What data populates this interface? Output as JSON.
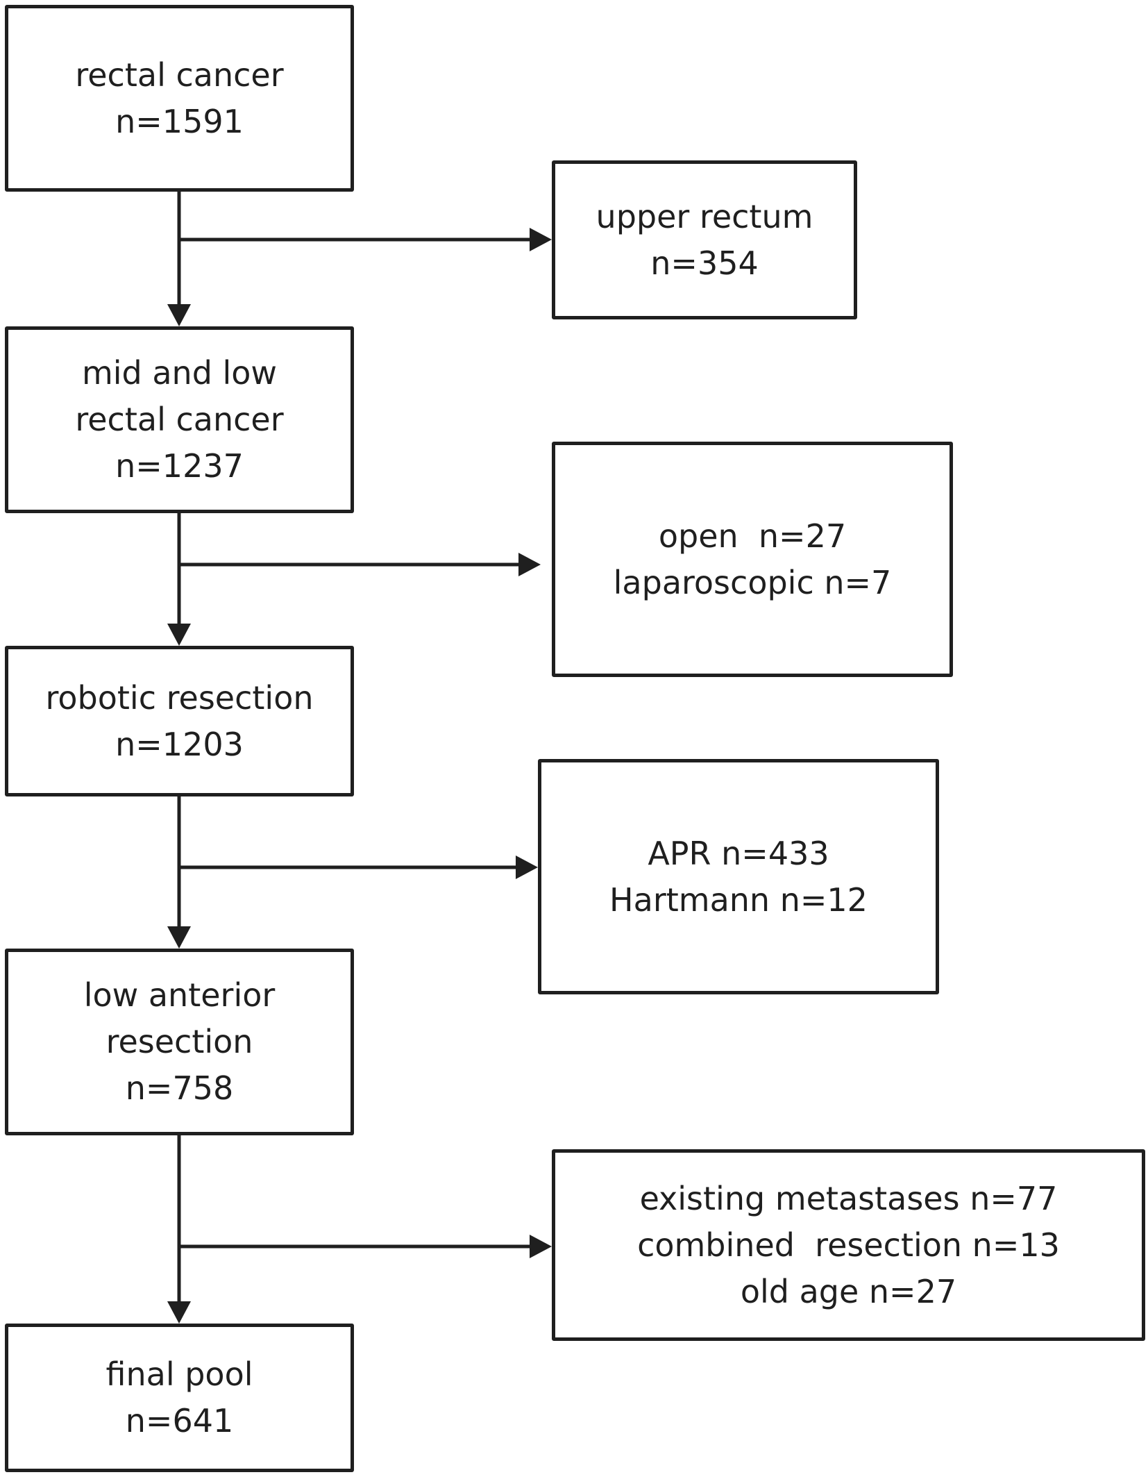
{
  "colors": {
    "stroke": "#1f1f1f",
    "background": "#ffffff"
  },
  "flowchart": {
    "main_steps": [
      {
        "lines": [
          "rectal cancer",
          "n=1591"
        ]
      },
      {
        "lines": [
          "mid and low",
          "rectal cancer",
          "n=1237"
        ]
      },
      {
        "lines": [
          "robotic resection",
          "n=1203"
        ]
      },
      {
        "lines": [
          "low anterior",
          "resection",
          "n=758"
        ]
      },
      {
        "lines": [
          "final pool",
          "n=641"
        ]
      }
    ],
    "exclusions": [
      {
        "lines": [
          "upper rectum",
          "n=354"
        ]
      },
      {
        "lines": [
          "open  n=27",
          "laparoscopic n=7"
        ]
      },
      {
        "lines": [
          "APR n=433",
          "Hartmann n=12"
        ]
      },
      {
        "lines": [
          "existing metastases n=77",
          "combined  resection n=13",
          "old age n=27"
        ]
      }
    ]
  }
}
